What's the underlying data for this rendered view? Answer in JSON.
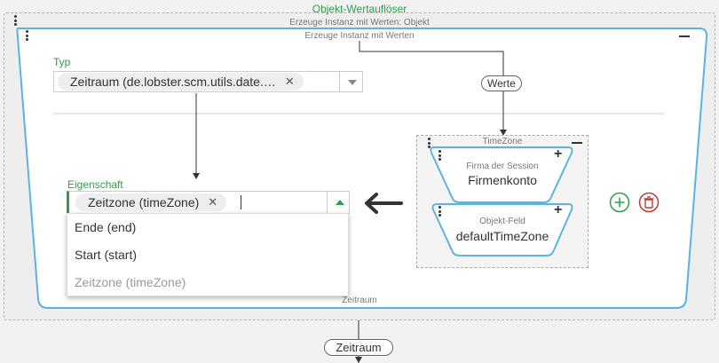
{
  "outer": {
    "title": "Objekt-Wertauflöser",
    "subtitle": "Erzeuge Instanz mit Werten: Objekt"
  },
  "main": {
    "header": "Erzeuge Instanz mit Werten",
    "footer": "Zeitraum",
    "typ_label": "Typ",
    "typ_value": "Zeitraum (de.lobster.scm.utils.date.…",
    "werte_pill": "Werte"
  },
  "eigenschaft": {
    "label": "Eigenschaft",
    "value": "Zeitzone (timeZone)",
    "options": [
      {
        "label": "Ende (end)",
        "disabled": false
      },
      {
        "label": "Start (start)",
        "disabled": false
      },
      {
        "label": "Zeitzone (timeZone)",
        "disabled": true
      }
    ]
  },
  "timezone": {
    "title": "TimeZone",
    "card1_label": "Firma der Session",
    "card1_value": "Firmenkonto",
    "card2_label": "Objekt-Feld",
    "card2_value": "defaultTimeZone"
  },
  "bottom_pill": "Zeitraum",
  "colors": {
    "accent_green": "#2e9e4a",
    "card_blue": "#5bb3e0",
    "delete_red": "#c0392b"
  },
  "icons": [
    "kebab-icon",
    "minus-icon",
    "plus-icon",
    "chevron-down-icon",
    "chevron-up-icon",
    "close-icon",
    "arrow-left-icon",
    "add-circle-icon",
    "trash-icon"
  ]
}
